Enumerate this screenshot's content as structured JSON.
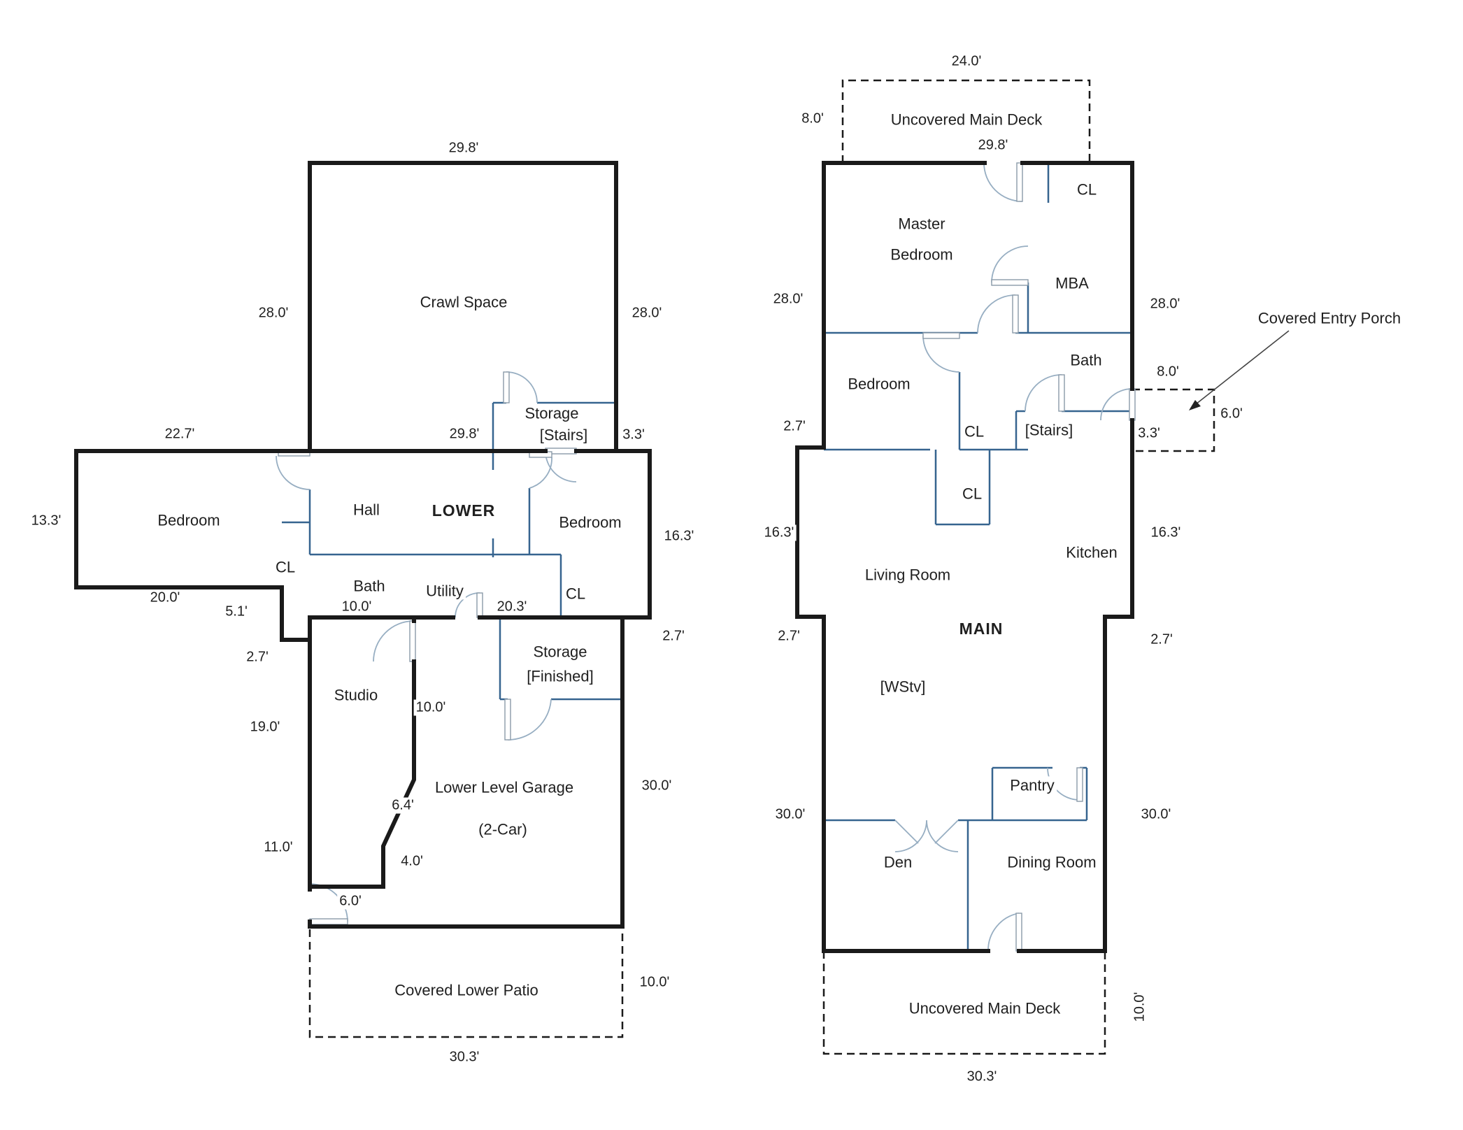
{
  "colors": {
    "exterior_wall": "#1a1a1a",
    "interior_wall": "#36648f",
    "door_arc": "#97aec2",
    "dashed_outline": "#1a1a1a",
    "text": "#1f1f1f",
    "background": "#ffffff"
  },
  "lower_floor": {
    "title": "LOWER",
    "labels": [
      {
        "text": "29.8'"
      },
      {
        "text": "28.0'"
      },
      {
        "text": "28.0'"
      },
      {
        "text": "Crawl Space"
      },
      {
        "text": "Storage"
      },
      {
        "text": "[Stairs]"
      },
      {
        "text": "29.8'"
      },
      {
        "text": "3.3'"
      },
      {
        "text": "22.7'"
      },
      {
        "text": "13.3'"
      },
      {
        "text": "Bedroom"
      },
      {
        "text": "Hall"
      },
      {
        "text": "LOWER"
      },
      {
        "text": "Bedroom"
      },
      {
        "text": "16.3'"
      },
      {
        "text": "CL"
      },
      {
        "text": "20.0'"
      },
      {
        "text": "5.1'"
      },
      {
        "text": "Bath"
      },
      {
        "text": "Utility"
      },
      {
        "text": "10.0'"
      },
      {
        "text": "20.3'"
      },
      {
        "text": "CL"
      },
      {
        "text": "2.7'"
      },
      {
        "text": "2.7'"
      },
      {
        "text": "Storage"
      },
      {
        "text": "[Finished]"
      },
      {
        "text": "Studio"
      },
      {
        "text": "10.0'"
      },
      {
        "text": "19.0'"
      },
      {
        "text": "6.4'"
      },
      {
        "text": "Lower Level Garage"
      },
      {
        "text": "(2-Car)"
      },
      {
        "text": "4.0'"
      },
      {
        "text": "6.0'"
      },
      {
        "text": "11.0'"
      },
      {
        "text": "30.0'"
      },
      {
        "text": "Covered Lower Patio"
      },
      {
        "text": "10.0'"
      },
      {
        "text": "30.3'"
      }
    ]
  },
  "main_floor": {
    "title": "MAIN",
    "labels": [
      {
        "text": "24.0'"
      },
      {
        "text": "8.0'"
      },
      {
        "text": "Uncovered Main Deck"
      },
      {
        "text": "29.8'"
      },
      {
        "text": "CL"
      },
      {
        "text": "Master"
      },
      {
        "text": "Bedroom"
      },
      {
        "text": "MBA"
      },
      {
        "text": "28.0'"
      },
      {
        "text": "28.0'"
      },
      {
        "text": "Covered Entry Porch"
      },
      {
        "text": "Bath"
      },
      {
        "text": "Bedroom"
      },
      {
        "text": "CL"
      },
      {
        "text": "[Stairs]"
      },
      {
        "text": "8.0'"
      },
      {
        "text": "6.0'"
      },
      {
        "text": "3.3'"
      },
      {
        "text": "2.7'"
      },
      {
        "text": "CL"
      },
      {
        "text": "Kitchen"
      },
      {
        "text": "16.3'"
      },
      {
        "text": "16.3'"
      },
      {
        "text": "Living Room"
      },
      {
        "text": "MAIN"
      },
      {
        "text": "2.7'"
      },
      {
        "text": "2.7'"
      },
      {
        "text": "[WStv]"
      },
      {
        "text": "Pantry"
      },
      {
        "text": "30.0'"
      },
      {
        "text": "30.0'"
      },
      {
        "text": "Den"
      },
      {
        "text": "Dining Room"
      },
      {
        "text": "Uncovered Main Deck"
      },
      {
        "text": "10.0'"
      },
      {
        "text": "30.3'"
      }
    ]
  }
}
